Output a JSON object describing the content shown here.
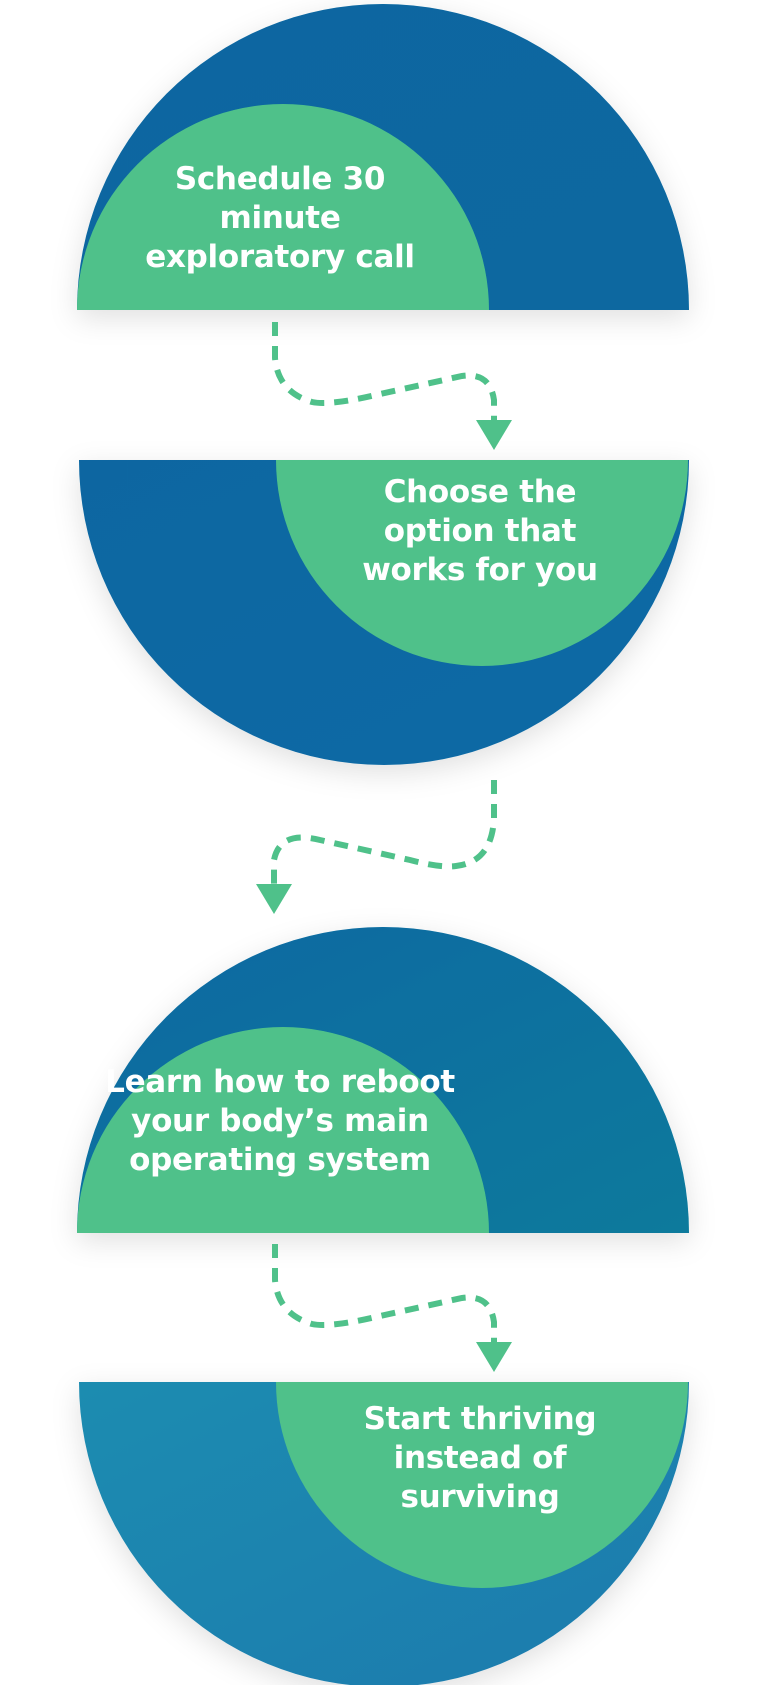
{
  "steps": [
    {
      "label": "Schedule 30 minute exploratory call"
    },
    {
      "label": "Choose the option that works for you"
    },
    {
      "label": "Learn how to reboot your body’s main operating system"
    },
    {
      "label": "Start thriving instead of surviving"
    }
  ],
  "colors": {
    "blue_dark": "#0766A1",
    "blue_mid": "#07789E",
    "blue_light": "#1F86B0",
    "green": "#4FC18A",
    "connector": "#4FC18A"
  },
  "icons": [
    "dashed-arrow-icon"
  ]
}
